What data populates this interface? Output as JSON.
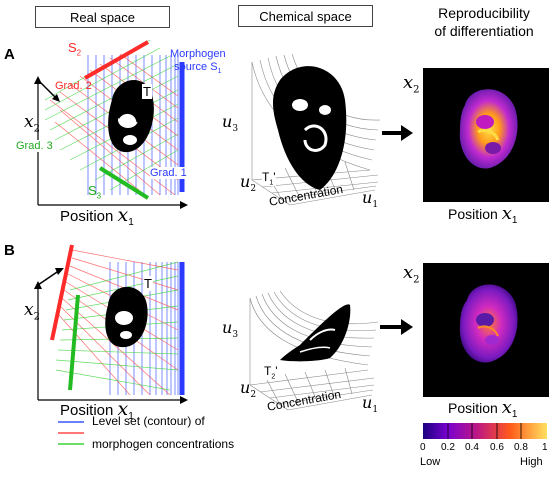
{
  "headers": {
    "real_space": "Real space",
    "chemical_space": "Chemical space",
    "reproducibility": "Reproducibility\nof differentiation"
  },
  "panels": {
    "A": {
      "letter": "A",
      "real": {
        "s2": "S",
        "s2_sub": "2",
        "s1_label": "Morphogen\nsource S",
        "s1_sub": "1",
        "s3": "S",
        "s3_sub": "3",
        "grad1": "Grad. 1",
        "grad2": "Grad. 2",
        "grad3": "Grad. 3",
        "t": "T",
        "x2": "x",
        "x2_sub": "2",
        "x1_pos": "Position ",
        "x1": "x",
        "x1_sub": "1"
      },
      "chem": {
        "u3": "u",
        "u3_sub": "3",
        "u2": "u",
        "u2_sub": "2",
        "u1": "u",
        "u1_sub": "1",
        "t1": "T",
        "t1_sub": "1",
        "t1_prime": "'",
        "concentration": "Concentration"
      },
      "heat": {
        "x2": "x",
        "x2_sub": "2",
        "x1_pos": "Position ",
        "x1": "x",
        "x1_sub": "1"
      }
    },
    "B": {
      "letter": "B",
      "real": {
        "t": "T",
        "x2": "x",
        "x2_sub": "2",
        "x1_pos": "Position ",
        "x1": "x",
        "x1_sub": "1"
      },
      "chem": {
        "u3": "u",
        "u3_sub": "3",
        "u2": "u",
        "u2_sub": "2",
        "u1": "u",
        "u1_sub": "1",
        "t2": "T",
        "t2_sub": "2",
        "t2_prime": "'",
        "concentration": "Concentration"
      },
      "heat": {
        "x2": "x",
        "x2_sub": "2",
        "x1_pos": "Position ",
        "x1": "x",
        "x1_sub": "1"
      }
    }
  },
  "legend": {
    "line1": "Level set (contour) of",
    "line2": "morphogen concentrations",
    "colors": {
      "blue": "#3a56ff",
      "red": "#ff4a4a",
      "green": "#3ad33a"
    }
  },
  "colorbar": {
    "ticks": [
      "0",
      "0.2",
      "0.4",
      "0.6",
      "0.8",
      "1"
    ],
    "low": "Low",
    "high": "High"
  }
}
